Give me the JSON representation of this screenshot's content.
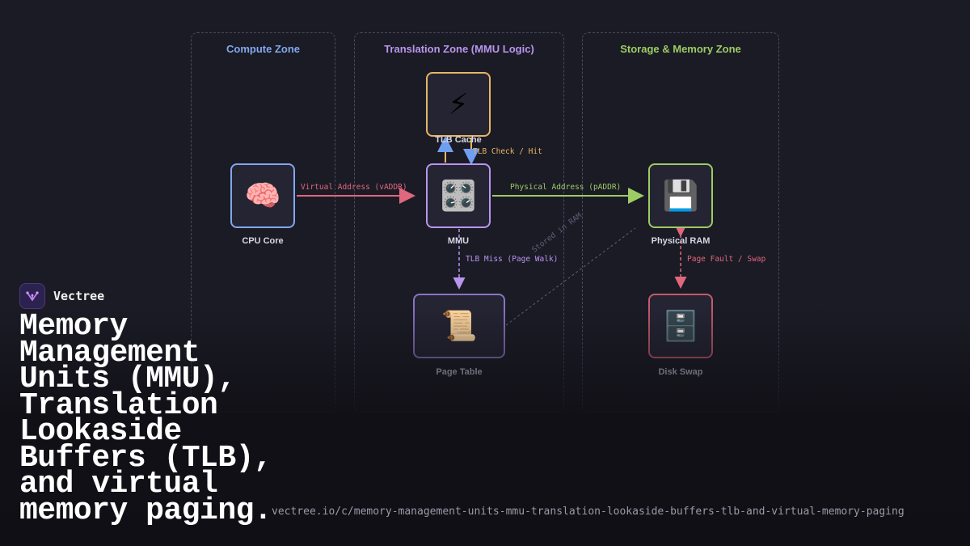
{
  "colors": {
    "background": "#1b1b25",
    "compute": "#82a6ee",
    "translation": "#b895ee",
    "storage": "#9ccc63",
    "tlb": "#e7b564",
    "danger": "#e0677d",
    "muted": "#5e5e78"
  },
  "zones": {
    "compute": "Compute Zone",
    "translation": "Translation Zone (MMU Logic)",
    "storage": "Storage & Memory Zone"
  },
  "nodes": {
    "cpu": {
      "icon": "brain-icon",
      "glyph": "🧠",
      "label": "CPU Core"
    },
    "tlb": {
      "icon": "lightning-icon",
      "glyph": "⚡",
      "label": "TLB Cache"
    },
    "mmu": {
      "icon": "control-knobs-icon",
      "glyph": "🎛️",
      "label": "MMU"
    },
    "ram": {
      "icon": "floppy-disk-icon",
      "glyph": "💾",
      "label": "Physical RAM"
    },
    "page_table": {
      "icon": "scroll-icon",
      "glyph": "📜",
      "label": "Page Table"
    },
    "disk": {
      "icon": "file-cabinet-icon",
      "glyph": "🗄️",
      "label": "Disk Swap"
    }
  },
  "edges": {
    "vaddr": "Virtual Address (vADDR)",
    "paddr": "Physical Address (pADDR)",
    "tlb_hit": "TLB Check / Hit",
    "tlb_miss": "TLB Miss (Page Walk)",
    "stored": "Stored in RAM",
    "page_fault": "Page Fault / Swap"
  },
  "brand": {
    "name": "Vectree",
    "logo_icon": "vectree-logo-icon"
  },
  "headline": "Memory Management Units (MMU), Translation Lookaside Buffers (TLB), and virtual memory paging.",
  "url": "vectree.io/c/memory-management-units-mmu-translation-lookaside-buffers-tlb-and-virtual-memory-paging"
}
